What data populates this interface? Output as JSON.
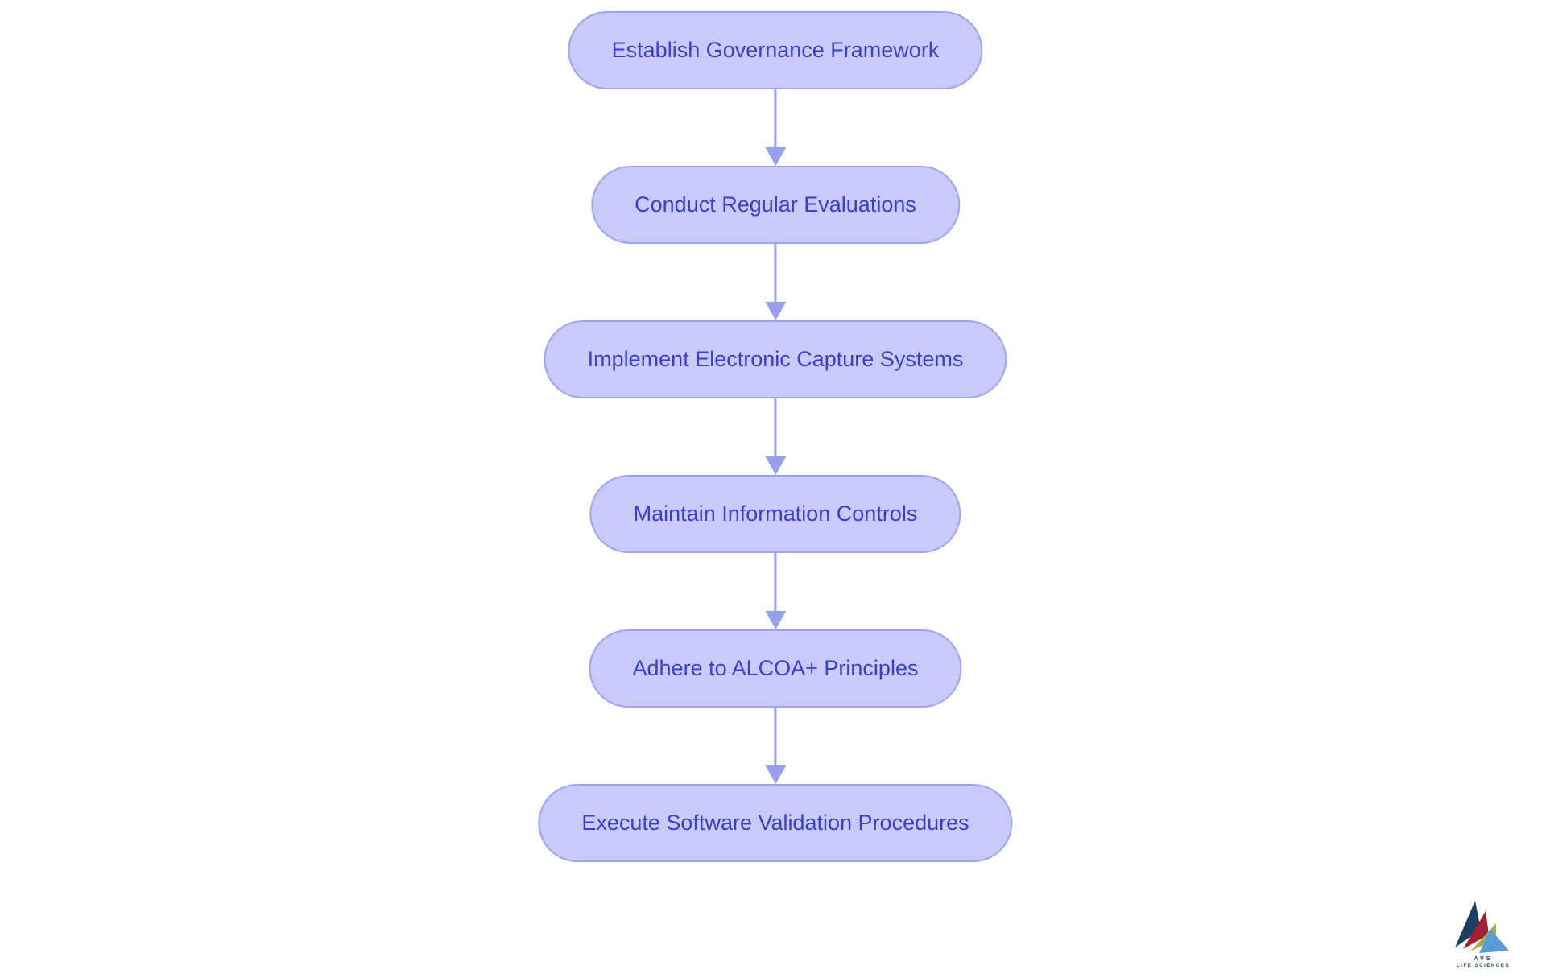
{
  "diagram": {
    "type": "flowchart",
    "direction": "top-down",
    "nodes": [
      {
        "id": 1,
        "label": "Establish Governance Framework"
      },
      {
        "id": 2,
        "label": "Conduct Regular Evaluations"
      },
      {
        "id": 3,
        "label": "Implement Electronic Capture Systems"
      },
      {
        "id": 4,
        "label": "Maintain Information Controls"
      },
      {
        "id": 5,
        "label": "Adhere to ALCOA+ Principles"
      },
      {
        "id": 6,
        "label": "Execute Software Validation Procedures"
      }
    ],
    "edges": [
      {
        "from": 1,
        "to": 2
      },
      {
        "from": 2,
        "to": 3
      },
      {
        "from": 3,
        "to": 4
      },
      {
        "from": 4,
        "to": 5
      },
      {
        "from": 5,
        "to": 6
      }
    ]
  },
  "logo": {
    "brand": "AVS",
    "tagline": "LIFE SCIENCES"
  },
  "colors": {
    "background": "#ffffff",
    "node_fill": "#c7cafa",
    "node_border": "#9da5f0",
    "node_text": "#3d3ec9",
    "arrow": "#97a0ed",
    "logo_navy": "#1d3e63",
    "logo_red": "#a32035",
    "logo_green": "#9cae54",
    "logo_blue": "#5b9bd5",
    "logo_text": "#1d3e63"
  }
}
